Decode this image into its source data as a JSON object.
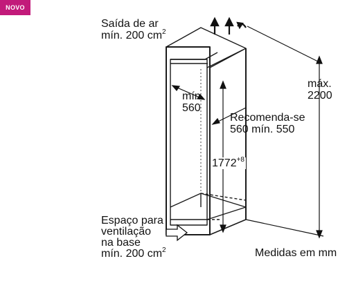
{
  "badge": {
    "label": "NOVO",
    "color": "#c21a7a"
  },
  "labels": {
    "outlet_line1": "Saída de ar",
    "outlet_line2": "mín. 200 cm",
    "outlet_sup": "2",
    "min_line1": "mín.",
    "min_line2": "560",
    "rec_line1": "Recomenda-se",
    "rec_line2": "560 mín. 550",
    "max_line1": "máx.",
    "max_line2": "2200",
    "height_value": "1772",
    "height_sup": "+8",
    "inlet_line1": "Espaço para",
    "inlet_line2": "ventilação",
    "inlet_line3": "na base",
    "inlet_line4": "mín. 200 cm",
    "inlet_sup": "2",
    "units": "Medidas em mm"
  },
  "icons": {
    "outlet_arrow": "up-arrow-icon",
    "airflow_arrow": "airflow-arrow-icon",
    "inlet_arrow": "inlet-arrow-icon"
  }
}
